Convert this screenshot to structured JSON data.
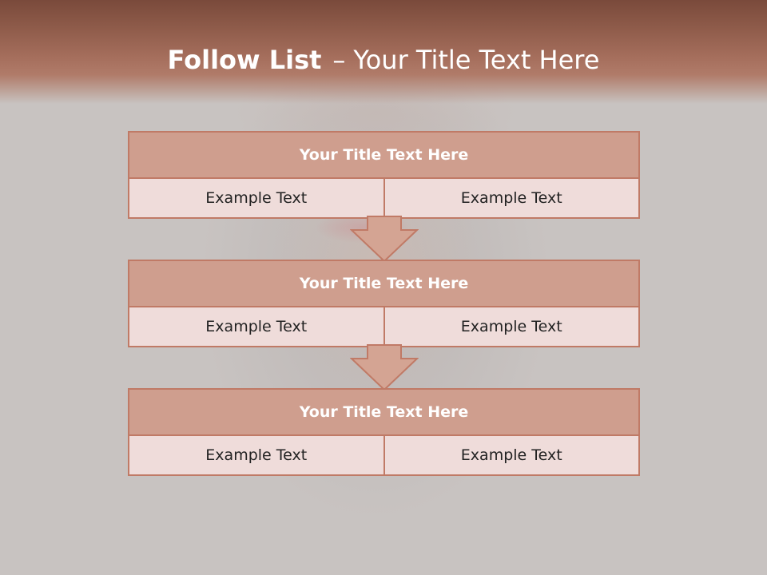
{
  "title": {
    "bold": "Follow List",
    "separator": "–",
    "rest": "Your Title Text Here"
  },
  "blocks": [
    {
      "heading": "Your Title Text Here",
      "left": "Example Text",
      "right": "Example Text"
    },
    {
      "heading": "Your Title Text Here",
      "left": "Example Text",
      "right": "Example Text"
    },
    {
      "heading": "Your Title Text Here",
      "left": "Example Text",
      "right": "Example Text"
    }
  ],
  "colors": {
    "header": "#a56e5c",
    "block_heading_fill": "#cf9e8e",
    "cell_fill": "#efdcda",
    "border": "#c07a66",
    "arrow_fill": "#d4a493"
  }
}
